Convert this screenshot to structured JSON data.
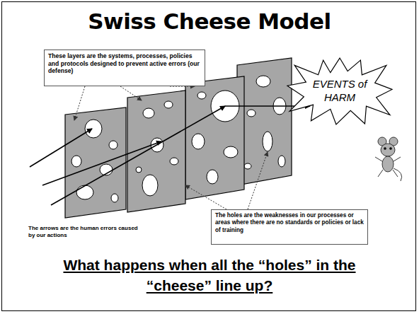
{
  "diagram": {
    "title": "Swiss Cheese Model",
    "caption": "What happens when all the “holes” in the “cheese” line up?",
    "nodes": [
      {
        "text": [
          "These layers are the systems, processes, policies and protocols designed to prevent active errors (our defense)"
        ]
      },
      {
        "text": [
          "EVENTS of HARM"
        ]
      },
      {
        "text": [
          "The holes are the weaknesses in our processes or areas where there are no standards or policies or lack of training"
        ]
      }
    ],
    "labels": [
      "The arrows are the human errors caused by our actions"
    ]
  }
}
